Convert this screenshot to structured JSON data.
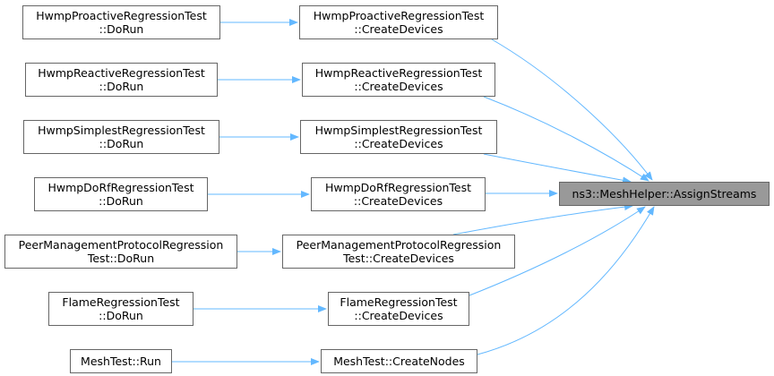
{
  "colors": {
    "edge": "#63b8ff",
    "node_border": "#666666",
    "target_fill": "#999999"
  },
  "target": {
    "label": "ns3::MeshHelper::AssignStreams"
  },
  "callers": [
    {
      "line1": "HwmpProactiveRegressionTest",
      "line2": "::CreateDevices"
    },
    {
      "line1": "HwmpReactiveRegressionTest",
      "line2": "::CreateDevices"
    },
    {
      "line1": "HwmpSimplestRegressionTest",
      "line2": "::CreateDevices"
    },
    {
      "line1": "HwmpDoRfRegressionTest",
      "line2": "::CreateDevices"
    },
    {
      "line1": "PeerManagementProtocolRegression",
      "line2": "Test::CreateDevices"
    },
    {
      "line1": "FlameRegressionTest",
      "line2": "::CreateDevices"
    },
    {
      "line1": "MeshTest::CreateNodes",
      "line2": ""
    }
  ],
  "roots": [
    {
      "line1": "HwmpProactiveRegressionTest",
      "line2": "::DoRun"
    },
    {
      "line1": "HwmpReactiveRegressionTest",
      "line2": "::DoRun"
    },
    {
      "line1": "HwmpSimplestRegressionTest",
      "line2": "::DoRun"
    },
    {
      "line1": "HwmpDoRfRegressionTest",
      "line2": "::DoRun"
    },
    {
      "line1": "PeerManagementProtocolRegression",
      "line2": "Test::DoRun"
    },
    {
      "line1": "FlameRegressionTest",
      "line2": "::DoRun"
    },
    {
      "line1": "MeshTest::Run",
      "line2": ""
    }
  ]
}
